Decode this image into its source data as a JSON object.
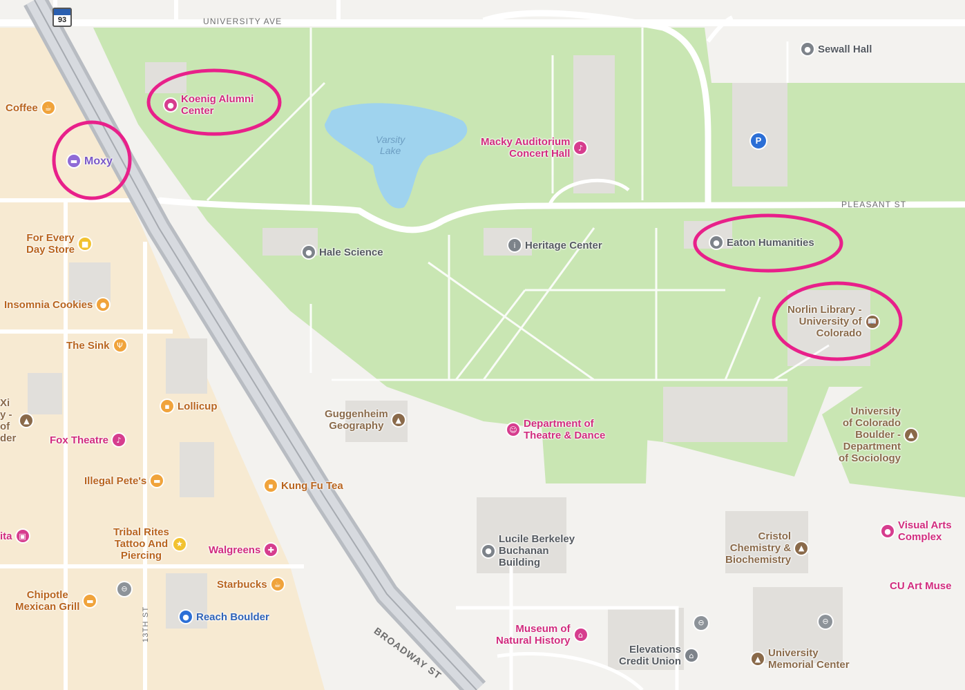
{
  "highway_shield": "93",
  "streets": {
    "university_ave": "UNIVERSITY AVE",
    "pleasant_st": "PLEASANT ST",
    "broadway_st": "BROADWAY ST",
    "thirteenth_st": "13TH ST"
  },
  "lake": "Varsity\nLake",
  "parking": "P",
  "pois": {
    "sewall_hall": {
      "name": "Sewall Hall",
      "category": "building",
      "icon": "building-icon"
    },
    "koenig_alumni_center": {
      "name": "Koenig Alumni\nCenter",
      "category": "venue",
      "icon": "venue-icon"
    },
    "macky_auditorium": {
      "name": "Macky Auditorium\nConcert Hall",
      "category": "music",
      "icon": "music-note-icon"
    },
    "coffee": {
      "name": "Coffee",
      "category": "cafe",
      "icon": "coffee-icon"
    },
    "moxy": {
      "name": "Moxy",
      "category": "hotel",
      "icon": "bed-icon"
    },
    "for_every_day_store": {
      "name": "For Every\nDay Store",
      "category": "store",
      "icon": "store-icon"
    },
    "hale_science": {
      "name": "Hale Science",
      "category": "building",
      "icon": "building-icon"
    },
    "heritage_center": {
      "name": "Heritage Center",
      "category": "info",
      "icon": "info-icon"
    },
    "eaton_humanities": {
      "name": "Eaton Humanities",
      "category": "building",
      "icon": "building-icon"
    },
    "norlin_library": {
      "name": "Norlin Library -\nUniversity of\nColorado",
      "category": "library",
      "icon": "book-icon"
    },
    "insomnia_cookies": {
      "name": "Insomnia Cookies",
      "category": "food",
      "icon": "cookie-icon"
    },
    "the_sink": {
      "name": "The Sink",
      "category": "restaurant",
      "icon": "fork-knife-icon"
    },
    "xi": {
      "name": "Xi\ny -\nof\nder",
      "category": "education",
      "icon": "graduation-cap-icon"
    },
    "lollicup": {
      "name": "Lollicup",
      "category": "cafe",
      "icon": "cup-icon"
    },
    "guggenheim_geography": {
      "name": "Guggenheim\nGeography",
      "category": "education",
      "icon": "graduation-cap-icon"
    },
    "theatre_dance": {
      "name": "Department of\nTheatre & Dance",
      "category": "theatre",
      "icon": "theatre-mask-icon"
    },
    "cu_sociology": {
      "name": "University\nof Colorado\nBoulder -\nDepartment\nof Sociology",
      "category": "education",
      "icon": "graduation-cap-icon"
    },
    "fox_theatre": {
      "name": "Fox Theatre",
      "category": "music",
      "icon": "music-note-icon"
    },
    "illegal_petes": {
      "name": "Illegal Pete's",
      "category": "restaurant",
      "icon": "food-icon"
    },
    "kung_fu_tea": {
      "name": "Kung Fu Tea",
      "category": "cafe",
      "icon": "tea-icon"
    },
    "ita": {
      "name": "ita",
      "category": "store",
      "icon": "store-icon"
    },
    "tribal_rites": {
      "name": "Tribal Rites\nTattoo And\nPiercing",
      "category": "service",
      "icon": "star-icon"
    },
    "walgreens": {
      "name": "Walgreens",
      "category": "pharmacy",
      "icon": "pill-icon"
    },
    "lucile_berkeley": {
      "name": "Lucile Berkeley\nBuchanan\nBuilding",
      "category": "building",
      "icon": "building-icon"
    },
    "cristol_chemistry": {
      "name": "Cristol\nChemistry &\nBiochemistry",
      "category": "education",
      "icon": "graduation-cap-icon"
    },
    "visual_arts_complex": {
      "name": "Visual Arts\nComplex",
      "category": "venue",
      "icon": "venue-icon"
    },
    "chipotle": {
      "name": "Chipotle\nMexican Grill",
      "category": "restaurant",
      "icon": "food-icon"
    },
    "starbucks": {
      "name": "Starbucks",
      "category": "cafe",
      "icon": "coffee-icon"
    },
    "reach_boulder": {
      "name": "Reach Boulder",
      "category": "place",
      "icon": "pin-icon"
    },
    "cu_art_museum": {
      "name": "CU Art Muse",
      "category": "museum",
      "icon": "museum-icon"
    },
    "museum_natural_history": {
      "name": "Museum of\nNatural History",
      "category": "museum",
      "icon": "museum-icon"
    },
    "elevations_credit_union": {
      "name": "Elevations\nCredit Union",
      "category": "bank",
      "icon": "bank-icon"
    },
    "university_memorial_center": {
      "name": "University\nMemorial Center",
      "category": "education",
      "icon": "graduation-cap-icon"
    }
  },
  "highlight_color": "#e8208a",
  "park_color": "#c9e6b3",
  "water_color": "#9fd3ee"
}
